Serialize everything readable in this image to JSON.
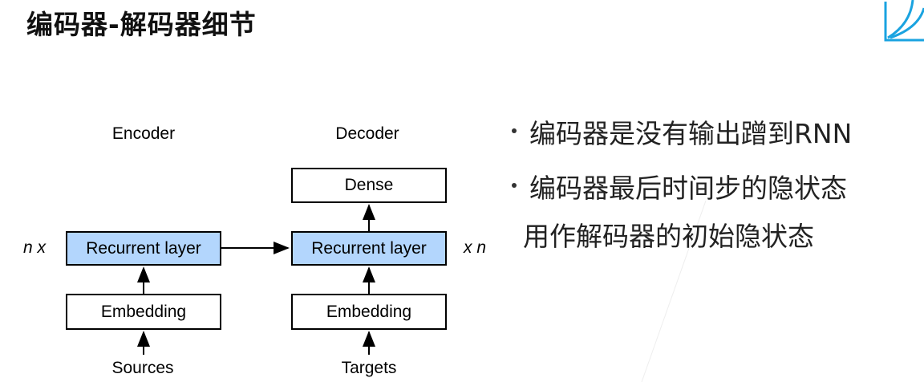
{
  "title": "编码器-解码器细节",
  "diagram": {
    "encoder_label": "Encoder",
    "decoder_label": "Decoder",
    "dense": "Dense",
    "recurrent_left": "Recurrent layer",
    "recurrent_right": "Recurrent layer",
    "embedding_left": "Embedding",
    "embedding_right": "Embedding",
    "sources": "Sources",
    "targets": "Targets",
    "n_x": "n x",
    "x_n": "x n",
    "box_fill": "#b3d6fd"
  },
  "bullets": [
    "编码器是没有输出蹭到RNN",
    "编码器最后时间步的隐状态",
    "用作解码器的初始隐状态"
  ],
  "logo_color": "#1aa3e0"
}
